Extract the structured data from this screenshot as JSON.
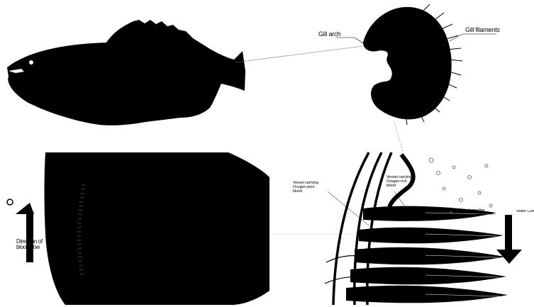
{
  "labels": {
    "gill_arch": "Gill arch",
    "gill_filaments": "Gill filaments",
    "vessel_oxygen_poor": [
      "Vessel carrying",
      "Oxygen-poor",
      "blood"
    ],
    "vessel_oxygen_rich": [
      "Vessel carrying",
      "Oxygen-rich",
      "blood"
    ],
    "lamellae": "Lamellae",
    "water_current": "Water Current",
    "blood_flow": [
      "Direction of",
      "blood flow"
    ]
  }
}
